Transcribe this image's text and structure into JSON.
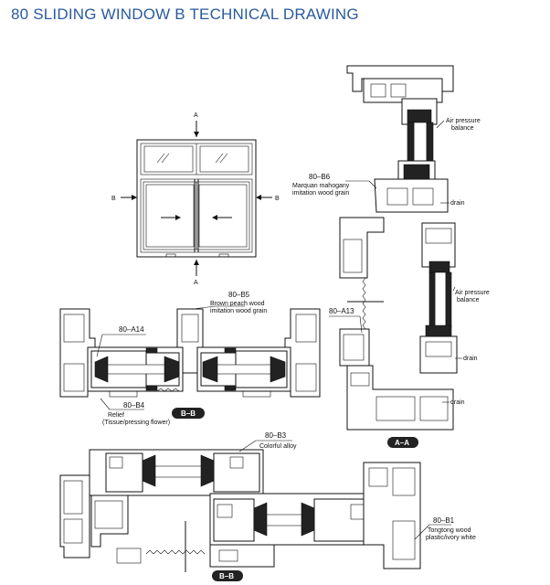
{
  "title": "80 SLIDING WINDOW B TECHNICAL DRAWING",
  "elevation": {
    "label_a_top": "A",
    "label_a_bottom": "A",
    "label_b_left": "B",
    "label_b_right": "B"
  },
  "labels": {
    "b5_code": "80–B5",
    "b5_desc_1": "Brown peach wood",
    "b5_desc_2": "imitation wood grain",
    "a14_code": "80–A14",
    "b4_code": "80–B4",
    "b4_desc_1": "Relief",
    "b4_desc_2": "(Tissue/pressing flower)",
    "b6_code": "80–B6",
    "b6_desc_1": "Marquan mahogany",
    "b6_desc_2": "imitation wood grain",
    "air1_1": "Air pressure",
    "air1_2": "balance",
    "drain1": "drain",
    "air2_1": "Air pressure",
    "air2_2": "balance",
    "drain2": "drain",
    "drain3": "drain",
    "a13_code": "80–A13",
    "b3_code": "80–B3",
    "b3_desc": "Colorful alloy",
    "b1_code": "80–B1",
    "b1_desc_1": "Tongtong wood",
    "b1_desc_2": "plastic/ivory white"
  },
  "section_tags": {
    "bb_upper": "B–B",
    "aa": "A–A",
    "bb_lower": "B–B"
  }
}
